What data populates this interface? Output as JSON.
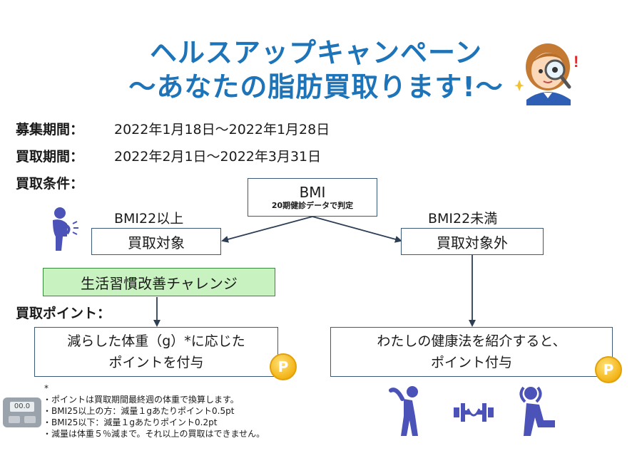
{
  "title": {
    "line1": "ヘルスアップキャンペーン",
    "line2": "〜あなたの脂肪買取ります!〜"
  },
  "info": {
    "recruit_label": "募集期間：",
    "recruit_value": "2022年1月18日〜2022年1月28日",
    "purchase_label": "買取期間：",
    "purchase_value": "2022年2月1日〜2022年3月31日",
    "condition_label": "買取条件：",
    "points_label": "買取ポイント："
  },
  "flow": {
    "bmi_main": "BMI",
    "bmi_sub": "20期健診データで判定",
    "left_category": "BMI22以上",
    "left_box": "買取対象",
    "right_category": "BMI22未満",
    "right_box": "買取対象外",
    "challenge": "生活習慣改善チャレンジ",
    "left_result_line1": "減らした体重（g）*に応じた",
    "left_result_line2": "ポイントを付与",
    "right_result_line1": "わたしの健康法を紹介すると、",
    "right_result_line2": "ポイント付与",
    "coin_letter": "P"
  },
  "notes": {
    "asterisk": "*",
    "line1": "・ポイントは買取期間最終週の体重で換算します。",
    "line2": "・BMI25以上の方：減量１gあたりポイント0.5pt",
    "line3": "・BMI25以下：減量１gあたりポイント0.2pt",
    "line4": "・減量は体重５％減まで。それ以上の買取はできません。"
  },
  "scale_display": "00.0",
  "colors": {
    "title": "#1e74b8",
    "challenge_fill": "#c9f2c1",
    "box_border": "#3b5a7a",
    "figure": "#4b52b8",
    "coin": "#f3b417"
  }
}
